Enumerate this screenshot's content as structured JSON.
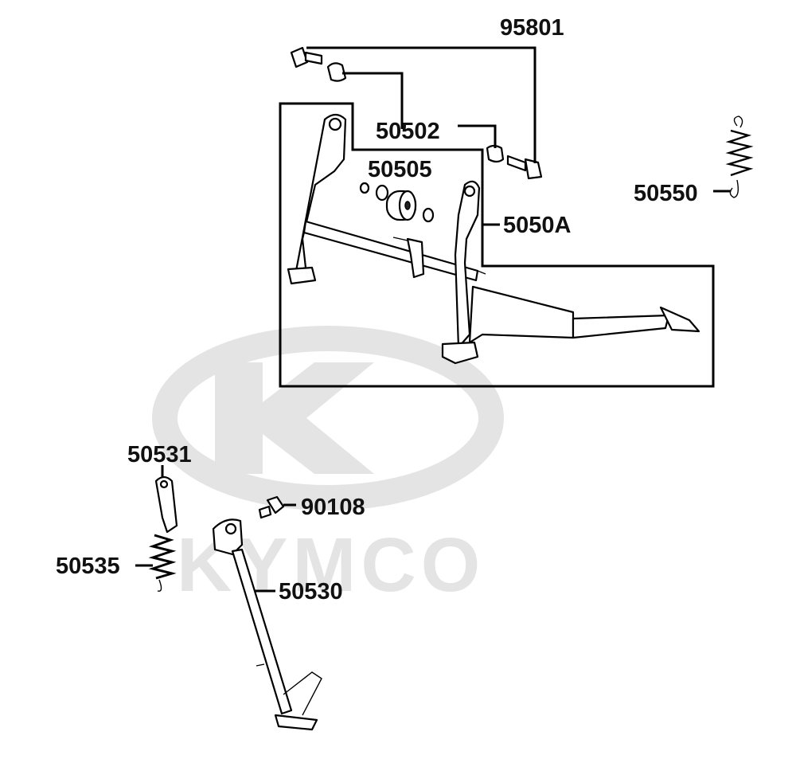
{
  "watermark": {
    "text": "KYMCO",
    "color": "#e4e4e4"
  },
  "labels": {
    "p95801": "95801",
    "p50502": "50502",
    "p50505": "50505",
    "p5050A": "5050A",
    "p50550": "50550",
    "p50531": "50531",
    "p90108": "90108",
    "p50535": "50535",
    "p50530": "50530"
  }
}
